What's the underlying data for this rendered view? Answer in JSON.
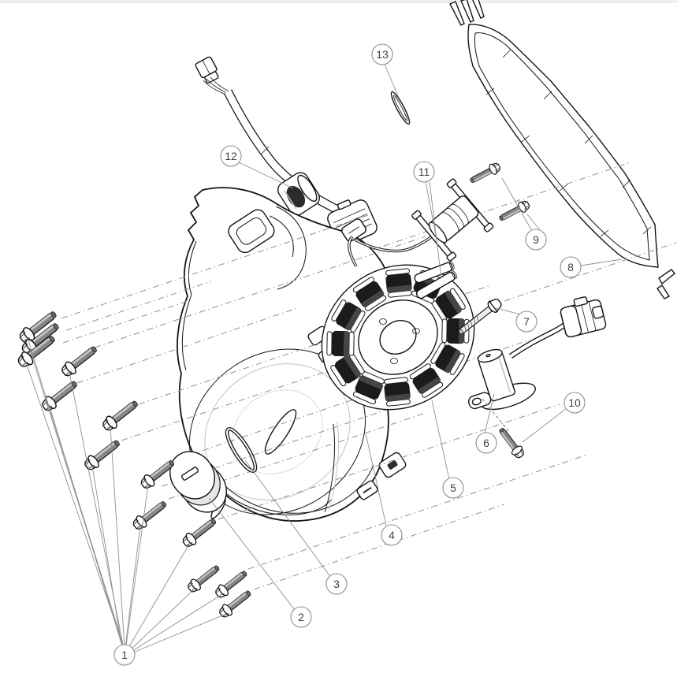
{
  "page": {
    "background": "#ffffff",
    "top_bar": {
      "color": "#f1f1f1",
      "edge_color": "#e2e2e2"
    }
  },
  "diagram": {
    "callouts": {
      "c1": {
        "label": "1"
      },
      "c2": {
        "label": "2"
      },
      "c3": {
        "label": "3"
      },
      "c4": {
        "label": "4"
      },
      "c5": {
        "label": "5"
      },
      "c6": {
        "label": "6"
      },
      "c7": {
        "label": "7"
      },
      "c8": {
        "label": "8"
      },
      "c9": {
        "label": "9"
      },
      "c10": {
        "label": "10"
      },
      "c11": {
        "label": "11"
      },
      "c12": {
        "label": "12"
      },
      "c13": {
        "label": "13"
      }
    },
    "styles": {
      "line_color": "#141414",
      "leader_color": "#8f8f8f",
      "dash_color": "#9a9a9a",
      "callout_stroke": "#8f8f8f",
      "callout_fill": "#ffffff",
      "callout_text_color": "#3b4350",
      "metal_fill": "#858585",
      "coil_color": "#1b1b1b"
    }
  }
}
